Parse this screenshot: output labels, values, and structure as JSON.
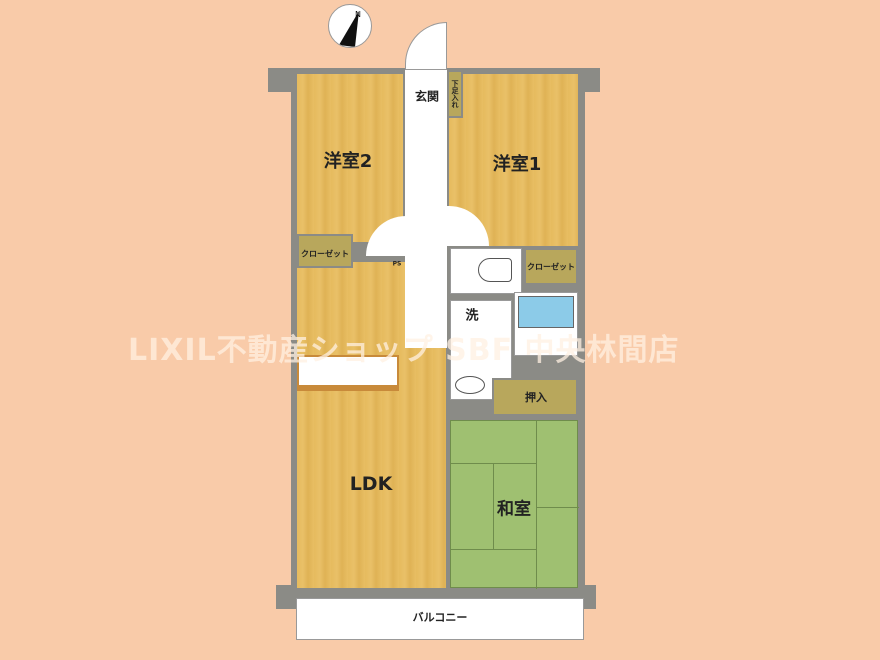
{
  "rooms": {
    "entrance": "玄関",
    "shoe_storage": "下足入れ",
    "western_room_2": "洋室2",
    "western_room_1": "洋室1",
    "closet_left": "クローゼット",
    "closet_right": "クローゼット",
    "pipe_space": "PS",
    "washroom": "洗",
    "closet_japanese": "押入",
    "ldk": "LDK",
    "japanese_room": "和室",
    "balcony": "バルコニー"
  },
  "watermark": "LIXIL不動産ショップ SBF 中央林間店",
  "compass": {
    "direction": "N"
  },
  "colors": {
    "background": "#f9cba9",
    "wood_floor": "#e6bb5e",
    "tatami": "#9fc071",
    "storage": "#b8a75c",
    "bath": "#8ccbe8",
    "wall": "#8b8b86"
  }
}
